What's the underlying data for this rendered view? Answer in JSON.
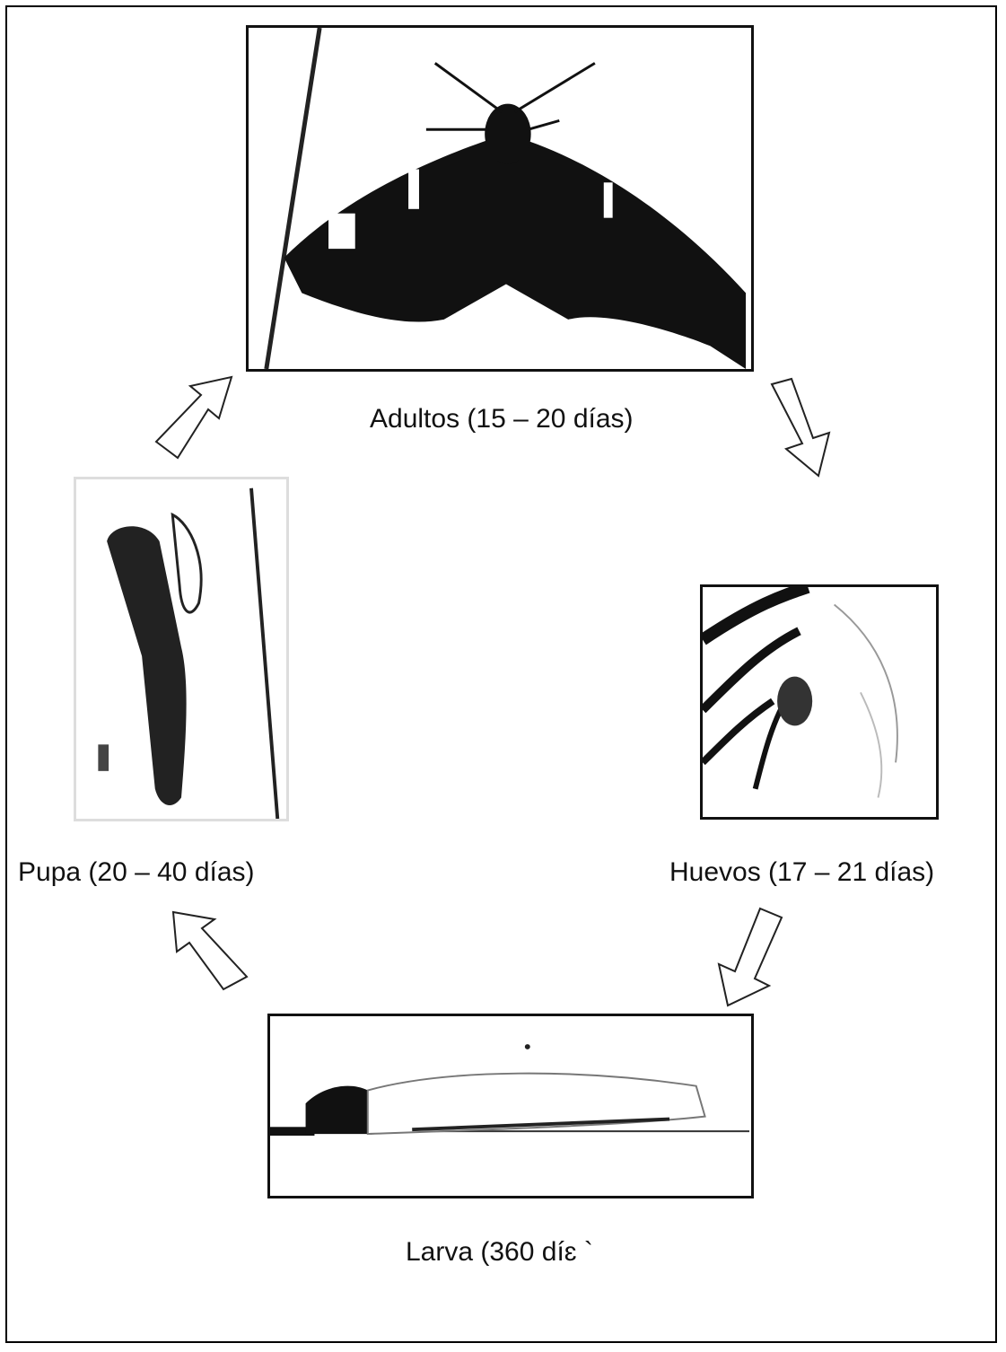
{
  "stages": {
    "adult": {
      "label": "Adultos (15 – 20 días)",
      "image": "adult-moth-photo"
    },
    "eggs": {
      "label": "Huevos (17 – 21 días)",
      "image": "eggs-on-leaf-photo"
    },
    "larva": {
      "label": "Larva (360 díɛ `",
      "image": "larva-photo"
    },
    "pupa": {
      "label": "Pupa (20 – 40 días)",
      "image": "pupa-photo"
    }
  },
  "arrows": [
    {
      "name": "arrow-adult-to-eggs",
      "direction": "down-right"
    },
    {
      "name": "arrow-eggs-to-larva",
      "direction": "down-left"
    },
    {
      "name": "arrow-larva-to-pupa",
      "direction": "up-left"
    },
    {
      "name": "arrow-pupa-to-adult",
      "direction": "up-right"
    }
  ],
  "colors": {
    "border": "#000000",
    "photo_dark": "#111111",
    "background": "#ffffff"
  }
}
